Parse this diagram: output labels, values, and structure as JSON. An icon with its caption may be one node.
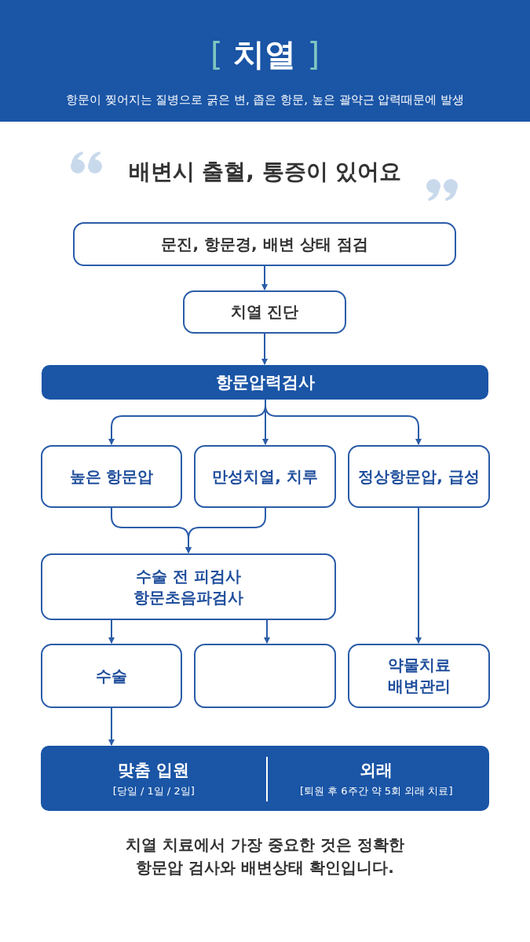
{
  "diagram": {
    "title": "[ 치열 ]",
    "nodes": [
      {
        "text": [
          "문진, 항문경, 배변 상태 점검"
        ]
      },
      {
        "text": [
          "치열 진단"
        ]
      },
      {
        "text": [
          "항문압력검사"
        ]
      },
      {
        "text": [
          "높은 항문압"
        ]
      },
      {
        "text": [
          "만성치열, 치루"
        ]
      },
      {
        "text": [
          "정상항문압, 급성"
        ]
      },
      {
        "text": [
          "수술 전 피검사 항문초음파검사"
        ]
      },
      {
        "text": [
          "수술"
        ]
      },
      {
        "text": [],
        "shape": "box"
      },
      {
        "text": [
          "약물치료 배변관리"
        ]
      },
      {
        "text": [
          "맞춤 입원",
          "[당일 / 1일 / 2일]",
          "외래",
          "[퇴원 후 6주간 약 5회 외래 치료]"
        ]
      }
    ],
    "edges": [
      {
        "from": 0,
        "to": 1,
        "arrow": "to"
      },
      {
        "from": 1,
        "to": 2,
        "arrow": "to"
      },
      {
        "from": 2,
        "to": 3,
        "arrow": "to"
      },
      {
        "from": 2,
        "to": 4,
        "arrow": "to"
      },
      {
        "from": 2,
        "to": 5,
        "arrow": "to"
      },
      {
        "from": 3,
        "to": 6,
        "arrow": "to"
      },
      {
        "from": 4,
        "to": 6,
        "arrow": "to"
      },
      {
        "from": 6,
        "to": 7,
        "arrow": "to"
      },
      {
        "from": 6,
        "to": 8,
        "arrow": "to"
      },
      {
        "from": 5,
        "to": 9,
        "arrow": "to"
      },
      {
        "from": 7,
        "to": 10,
        "arrow": "to"
      }
    ],
    "labels": [
      "항문이 찢어지는 질병으로 굵은 변, 좁은 항문, 높은 괄약근 압력때문에 발생",
      "배변시 출혈, 통증이 있어요",
      "치열 치료에서 가장 중요한 것은 정확한 항문압 검사와 배변상태 확인입니다."
    ]
  }
}
